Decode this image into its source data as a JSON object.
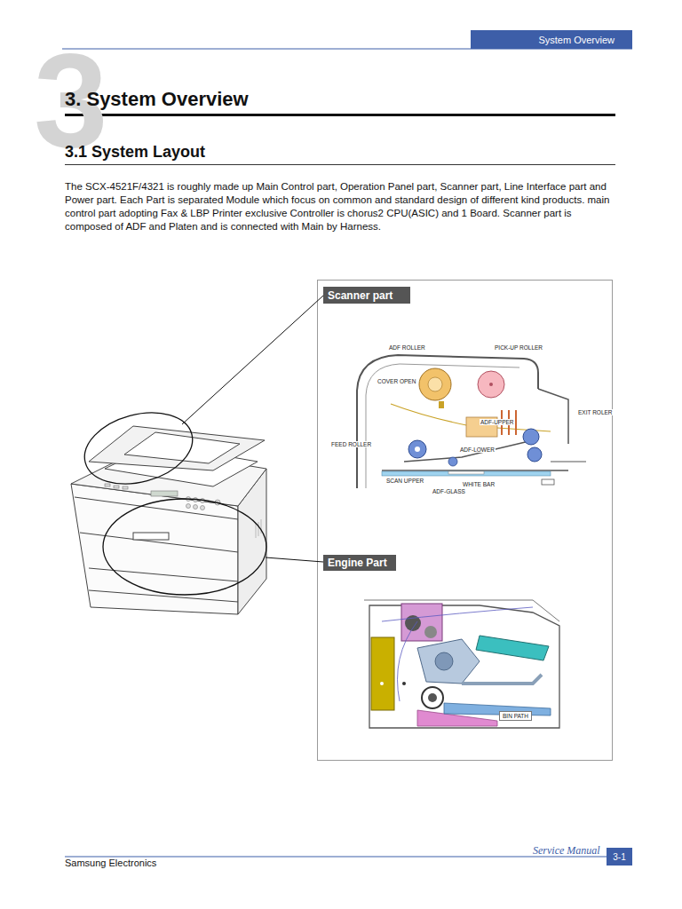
{
  "diagram": {
    "title": "3. System Overview",
    "nodes": [
      {
        "text": [
          "System Overview"
        ]
      },
      {
        "text": [
          "Scanner part"
        ]
      },
      {
        "text": [
          "Engine Part"
        ]
      },
      {
        "text": [
          "3-1"
        ]
      }
    ],
    "labels": [
      "3",
      "3.1 System Layout",
      "The SCX-4521F/4321 is roughly made up Main Control part, Operation Panel part, Scanner part, Line Interface part and Power part. Each Part is separated Module which focus on common and standard design of different kind products. main control part adopting Fax & LBP Printer exclusive Controller is chorus2 CPU(ASIC) and 1 Board. Scanner part is composed of ADF and Platen and is connected with Main by Harness.",
      "ADF ROLLER",
      "PICK-UP ROLLER",
      "COVER OPEN",
      "EXIT ROLER",
      "ADF-UPPER",
      "FEED ROLLER",
      "ADF-LOWER",
      "SCAN UPPER",
      "WHITE BAR",
      "ADF-GLASS",
      "BIN PATH",
      "Samsung Electronics",
      "Service Manual"
    ]
  }
}
